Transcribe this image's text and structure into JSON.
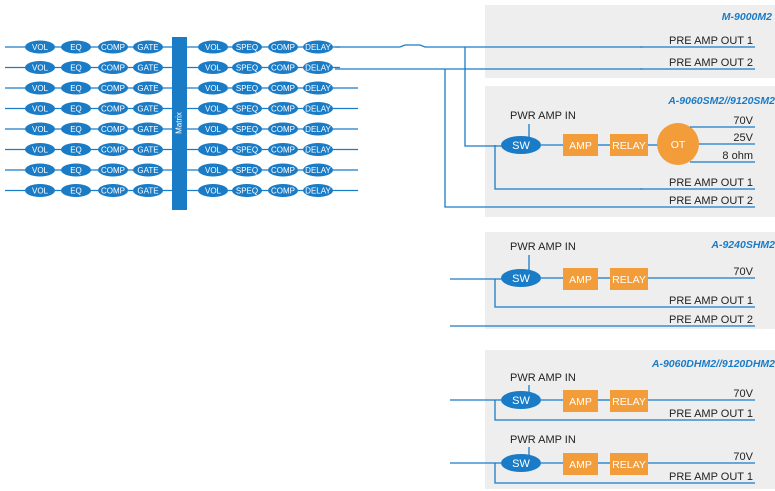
{
  "colors": {
    "blue": "#1a7cc7",
    "orange": "#f39c3a",
    "panel": "#eeeeee",
    "line": "#1a7cc7"
  },
  "dsp": {
    "channel_count": 8,
    "input_chain": [
      "VOL",
      "EQ",
      "COMP",
      "GATE"
    ],
    "output_chain": [
      "VOL",
      "SPEQ",
      "COMP",
      "DELAY"
    ],
    "matrix_label": "Matrix"
  },
  "models": [
    {
      "title": "M-9000M2",
      "outputs": [
        "PRE AMP OUT 1",
        "PRE AMP OUT 2"
      ]
    },
    {
      "title": "A-9060SM2//9120SM2",
      "amp_in_label": "PWR AMP IN",
      "switch_label": "SW",
      "amp_label": "AMP",
      "relay_label": "RELAY",
      "ot_label": "OT",
      "taps": [
        "70V",
        "25V",
        "8 ohm"
      ],
      "outputs": [
        "PRE AMP OUT 1",
        "PRE AMP OUT 2"
      ]
    },
    {
      "title": "A-9240SHM2",
      "amp_in_label": "PWR AMP IN",
      "switch_label": "SW",
      "amp_label": "AMP",
      "relay_label": "RELAY",
      "taps": [
        "70V"
      ],
      "outputs": [
        "PRE AMP OUT 1",
        "PRE AMP OUT 2"
      ]
    },
    {
      "title": "A-9060DHM2//9120DHM2",
      "channels": [
        {
          "amp_in_label": "PWR AMP IN",
          "switch_label": "SW",
          "amp_label": "AMP",
          "relay_label": "RELAY",
          "tap": "70V",
          "output": "PRE AMP OUT 1"
        },
        {
          "amp_in_label": "PWR AMP IN",
          "switch_label": "SW",
          "amp_label": "AMP",
          "relay_label": "RELAY",
          "tap": "70V",
          "output": "PRE AMP OUT 1"
        }
      ]
    }
  ]
}
